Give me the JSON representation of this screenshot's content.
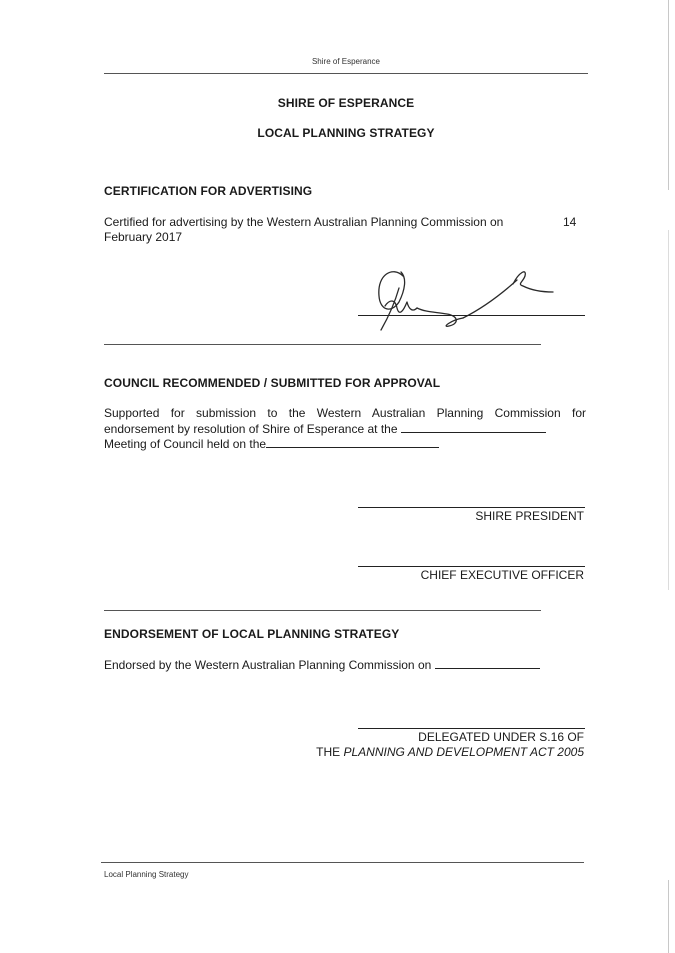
{
  "header": {
    "running_title": "Shire of Esperance"
  },
  "document": {
    "title_line1": "SHIRE OF ESPERANCE",
    "title_line2": "LOCAL PLANNING STRATEGY"
  },
  "certification": {
    "heading": "CERTIFICATION FOR ADVERTISING",
    "text_line1": "Certified for advertising by the Western Australian Planning Commission on",
    "day": "14",
    "text_line2": "February 2017"
  },
  "council": {
    "heading": "COUNCIL RECOMMENDED / SUBMITTED FOR APPROVAL",
    "text_line1": "Supported for submission to the Western Australian Planning Commission for",
    "text_line2": "endorsement by resolution of Shire of Esperance at the",
    "text_line3": "Meeting of Council held on the",
    "president_label": "SHIRE PRESIDENT",
    "ceo_label": "CHIEF EXECUTIVE OFFICER"
  },
  "endorsement": {
    "heading": "ENDORSEMENT OF LOCAL PLANNING STRATEGY",
    "text": "Endorsed by the Western Australian Planning Commission on",
    "delegated_line1": "DELEGATED UNDER S.16 OF",
    "delegated_line2_prefix": "THE ",
    "delegated_line2_italic": "PLANNING AND DEVELOPMENT ACT 2005"
  },
  "footer": {
    "running_title": "Local Planning Strategy"
  }
}
